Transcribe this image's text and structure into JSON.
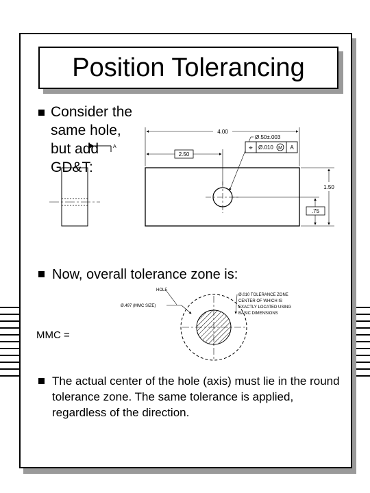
{
  "slide": {
    "title": "Position Tolerancing",
    "bullets": {
      "first": "Consider the same hole, but add GD&T:",
      "second": "Now, overall tolerance zone is:",
      "third": "The actual center of the hole (axis) must lie in the round tolerance zone. The same tolerance is applied, regardless of the direction."
    },
    "mmc_label": "MMC ="
  },
  "drawing": {
    "datum_label": "A",
    "dim_overall_width": "4.00",
    "dim_hole_x": "2.50",
    "dim_height": "1.50",
    "dim_hole_y": ".75",
    "hole_size_callout": "Ø.50±.003",
    "fcf": {
      "symbol": "⌖",
      "tolerance": "Ø.010",
      "modifier": "M",
      "datum": "A"
    }
  },
  "zone_diagram": {
    "hole_note_top": "HOLE",
    "hole_note": "Ø.497 (MMC SIZE)",
    "zone_note_lines": [
      "Ø.010 TOLERANCE ZONE",
      "CENTER OF WHICH IS",
      "EXACTLY LOCATED USING",
      "BASIC DIMENSIONS"
    ]
  }
}
